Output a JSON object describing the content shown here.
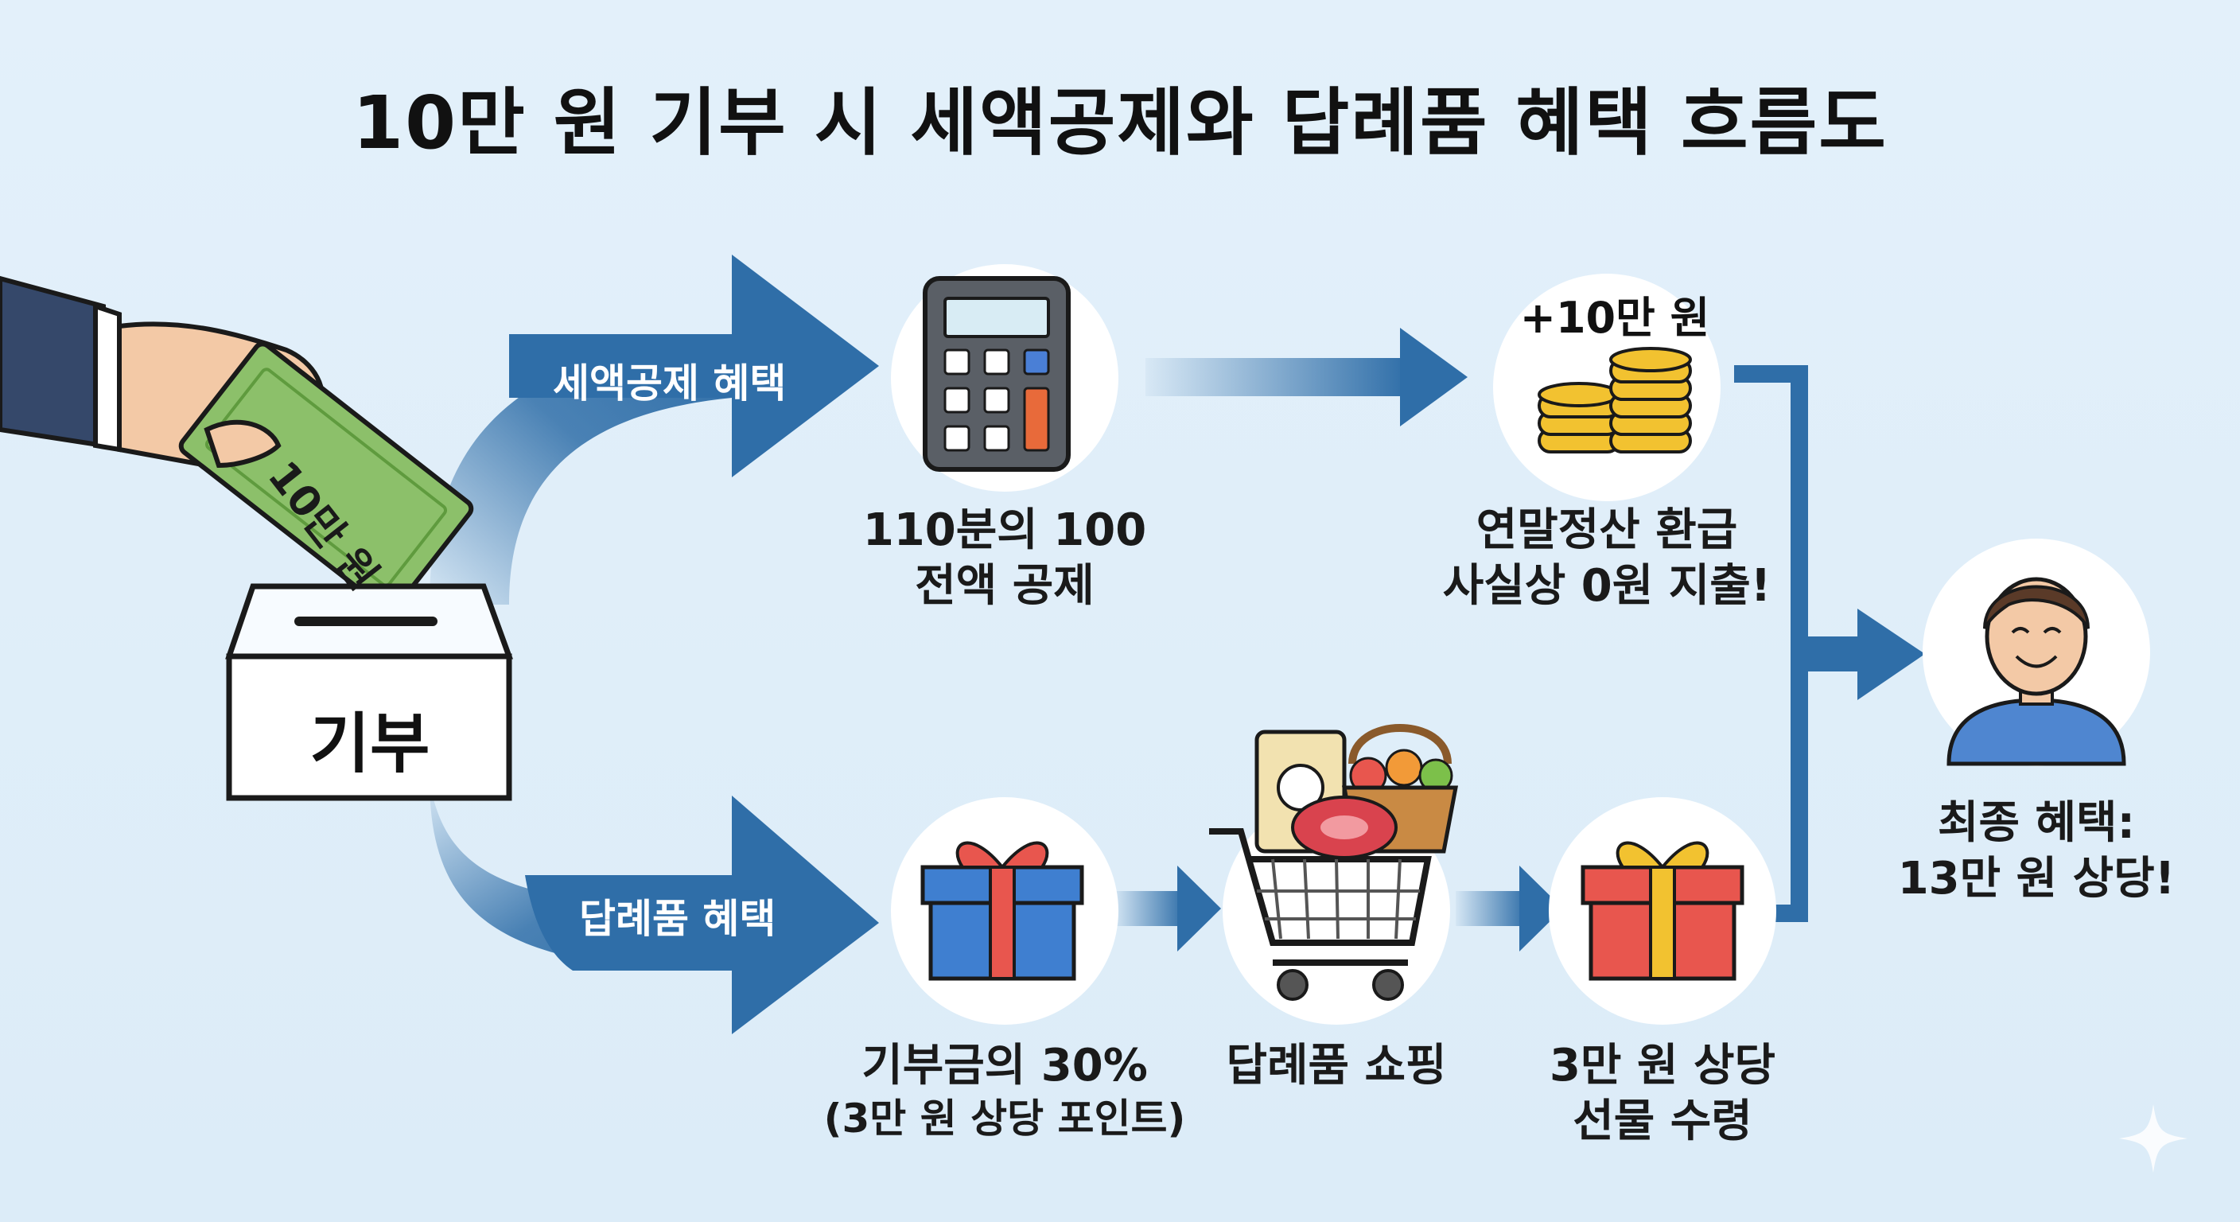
{
  "title": "10만 원 기부 시 세액공제와 답례품 혜택 흐름도",
  "donation": {
    "box_label": "기부",
    "bill_label": "10만 원"
  },
  "branches": {
    "tax": "세액공제 혜택",
    "gift": "답례품 혜택"
  },
  "tax_path": {
    "deduction_line1": "110분의 100",
    "deduction_line2": "전액 공제",
    "refund_amount": "+10만 원",
    "refund_line1": "연말정산 환급",
    "refund_line2": "사실상 0원 지출!"
  },
  "gift_path": {
    "points_line1": "기부금의 30%",
    "points_line2": "(3만 원 상당 포인트)",
    "shopping": "답례품 쇼핑",
    "receive_line1": "3만 원 상당",
    "receive_line2": "선물 수령"
  },
  "final": {
    "line1": "최종 혜택:",
    "line2": "13만 원 상당!"
  },
  "icons": [
    "hand-icon",
    "donation-box-icon",
    "bill-icon",
    "calculator-icon",
    "coins-icon",
    "gift-box-icon",
    "shopping-cart-icon",
    "rice-bag-icon",
    "fruit-basket-icon",
    "person-icon",
    "sparkle-icon"
  ],
  "colors": {
    "background": "#dcecf8",
    "arrow": "#2f6ea8",
    "bill": "#8cc06a",
    "coin": "#f2c230",
    "gift_blue": "#3f7fd0",
    "gift_red": "#e8564e",
    "ribbon_gold": "#f2c230"
  }
}
